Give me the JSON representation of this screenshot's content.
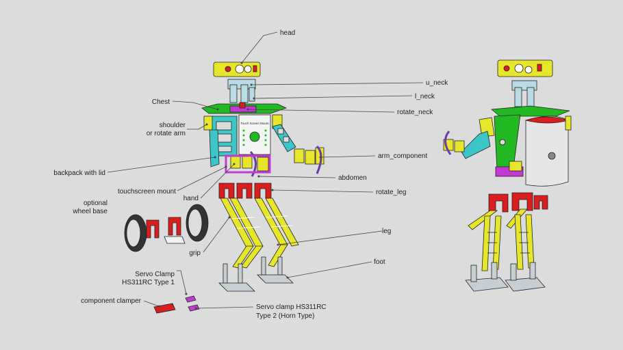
{
  "labels": {
    "head": "head",
    "u_neck": "u_neck",
    "l_neck": "l_neck",
    "chest": "Chest",
    "rotate_neck": "rotate_neck",
    "shoulder_1": "shoulder",
    "shoulder_2": "or rotate arm",
    "arm_component": "arm_component",
    "backpack": "backpack with lid",
    "abdomen": "abdomen",
    "touchscreen_mount": "touchscreen mount",
    "rotate_leg": "rotate_leg",
    "hand": "hand",
    "wheel_1": "optional",
    "wheel_2": "wheel base",
    "leg": "leg",
    "grip": "grip",
    "foot": "foot",
    "servo1_1": "Servo Clamp",
    "servo1_2": "HS311RC Type 1",
    "component_clamper": "component clamper",
    "servo2_1": "Servo clamp HS311RC",
    "servo2_2": "Type 2 (Horn Type)"
  },
  "screen_text": "Touch Screen Mount",
  "colors": {
    "background": "#dcdcdc",
    "yellow": "#e8e62a",
    "cyan": "#3cc6c8",
    "light_blue": "#b8dbe6",
    "green": "#22b822",
    "magenta": "#c23ad1",
    "red": "#d81e1e",
    "grey": "#c8cfd2",
    "purple": "#6a3aa8"
  }
}
